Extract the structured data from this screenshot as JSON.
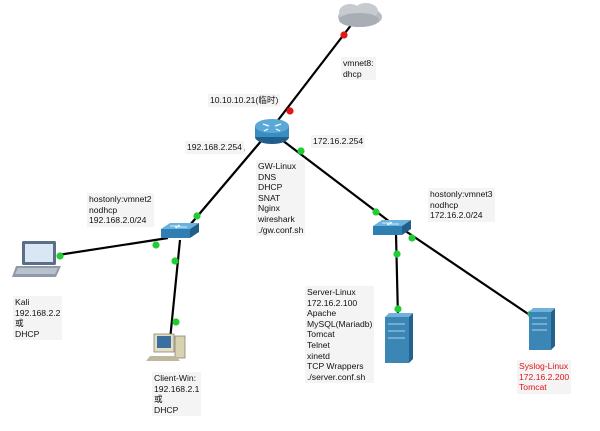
{
  "colors": {
    "link": "#000000",
    "port_up": "#22cc33",
    "port_down": "#e01818",
    "device_blue": "#3b8fc0",
    "highlight_text": "#e0141a"
  },
  "nodes": {
    "cloud": {
      "icon": "cloud-icon",
      "label": "vmnet8:\ndhcp"
    },
    "router": {
      "icon": "router-icon",
      "top_label": "10.10.10.21(临时)",
      "left_label": "192.168.2.254",
      "right_label": "172.16.2.254",
      "info": "GW-Linux\nDNS\nDHCP\nSNAT\nNginx\nwireshark\n./gw.conf.sh"
    },
    "switch_left": {
      "icon": "switch-icon",
      "label": "hostonly:vmnet2\nnodhcp\n192.168.2.0/24"
    },
    "switch_right": {
      "icon": "switch-icon",
      "label": "hostonly:vmnet3\nnodhcp\n172.16.2.0/24"
    },
    "kali": {
      "icon": "laptop-icon",
      "label": "Kali\n192.168.2.2\n或\nDHCP"
    },
    "client_win": {
      "icon": "desktop-pc-icon",
      "label": "Client-Win:\n192.168.2.1\n或\nDHCP"
    },
    "server_linux": {
      "icon": "server-icon",
      "label": "Server-Linux\n172.16.2.100\nApache\nMySQL(Mariadb)\nTomcat\nTelnet\nxinetd\nTCP Wrappers\n./server.conf.sh"
    },
    "syslog_linux": {
      "icon": "server-icon",
      "label": "Syslog-Linux\n172.16.2.200\nTomcat"
    }
  }
}
